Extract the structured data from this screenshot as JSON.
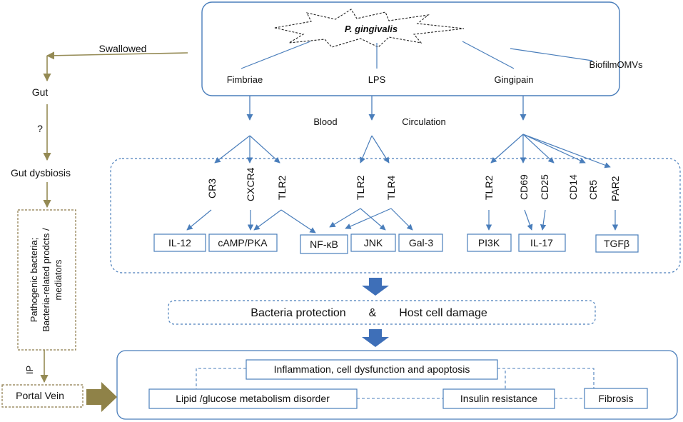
{
  "colors": {
    "blue_stroke": "#4a7ebb",
    "arrow_blue": "#4a7ebb",
    "olive": "#948a54",
    "dash_brown": "#8c7a4a",
    "big_arrow_blue": "#3e6fb8"
  },
  "top": {
    "title": "P. gingivalis",
    "factors": [
      "Fimbriae",
      "LPS",
      "Gingipain",
      "BiofilmOMVs"
    ]
  },
  "middle": {
    "blood_label": "Blood",
    "circulation_label": "Circulation",
    "receptors": [
      "CR3",
      "CXCR4",
      "TLR2",
      "TLR2",
      "TLR4",
      "TLR2",
      "CD69",
      "CD25",
      "CD14",
      "CR5",
      "PAR2"
    ],
    "signals": [
      "IL-12",
      "cAMP/PKA",
      "NF-κB",
      "JNK",
      "Gal-3",
      "PI3K",
      "IL-17",
      "TGFβ"
    ]
  },
  "outcome": {
    "protection": "Bacteria protection",
    "amp": "&",
    "damage": "Host cell damage"
  },
  "left": {
    "swallowed": "Swallowed",
    "gut": "Gut",
    "question": "?",
    "dysbiosis": "Gut dysbiosis",
    "bacteria_line1": "Pathogenic bacteria;",
    "bacteria_line2": "Bacteria-related prodcts /",
    "bacteria_line3": "mediators",
    "ip": "IP",
    "portal": "Portal Vein"
  },
  "bottom": {
    "inflammation": "Inflammation, cell dysfunction  and apoptosis",
    "lipid": "Lipid /glucose metabolism disorder",
    "insulin": "Insulin resistance",
    "fibrosis": "Fibrosis"
  }
}
